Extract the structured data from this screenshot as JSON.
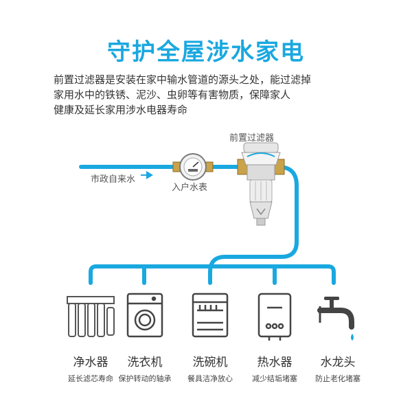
{
  "title": "守护全屋涉水家电",
  "description": [
    "前置过滤器是安装在家中输水管道的源头之处，能过滤掉",
    "家用水中的铁锈、泥沙、虫卵等有害物质，保障家人",
    "健康及延长家用涉水电器寿命"
  ],
  "labels": {
    "filter": "前置过滤器",
    "source": "市政自来水",
    "meter": "入户水表"
  },
  "appliances": [
    {
      "name": "净水器",
      "benefit": "延长滤芯寿命",
      "icon": "water-purifier-icon"
    },
    {
      "name": "洗衣机",
      "benefit": "保护转动的轴承",
      "icon": "washing-machine-icon"
    },
    {
      "name": "洗碗机",
      "benefit": "餐具洁净放心",
      "icon": "dishwasher-icon"
    },
    {
      "name": "热水器",
      "benefit": "减少结垢堵塞",
      "icon": "water-heater-icon"
    },
    {
      "name": "水龙头",
      "benefit": "防止老化堵塞",
      "icon": "faucet-icon"
    }
  ],
  "colors": {
    "title": "#1aa8e0",
    "pipe": "#1aa8e0",
    "icon_stroke": "#444444"
  }
}
